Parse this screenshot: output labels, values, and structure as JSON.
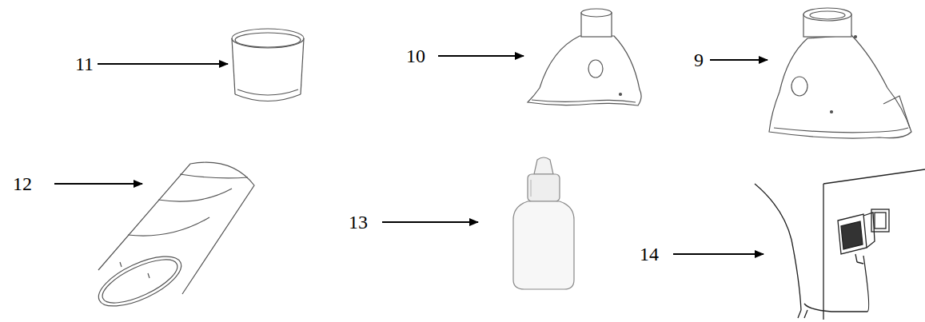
{
  "diagram": {
    "labels": [
      "11",
      "10",
      "9",
      "12",
      "13",
      "14"
    ]
  }
}
